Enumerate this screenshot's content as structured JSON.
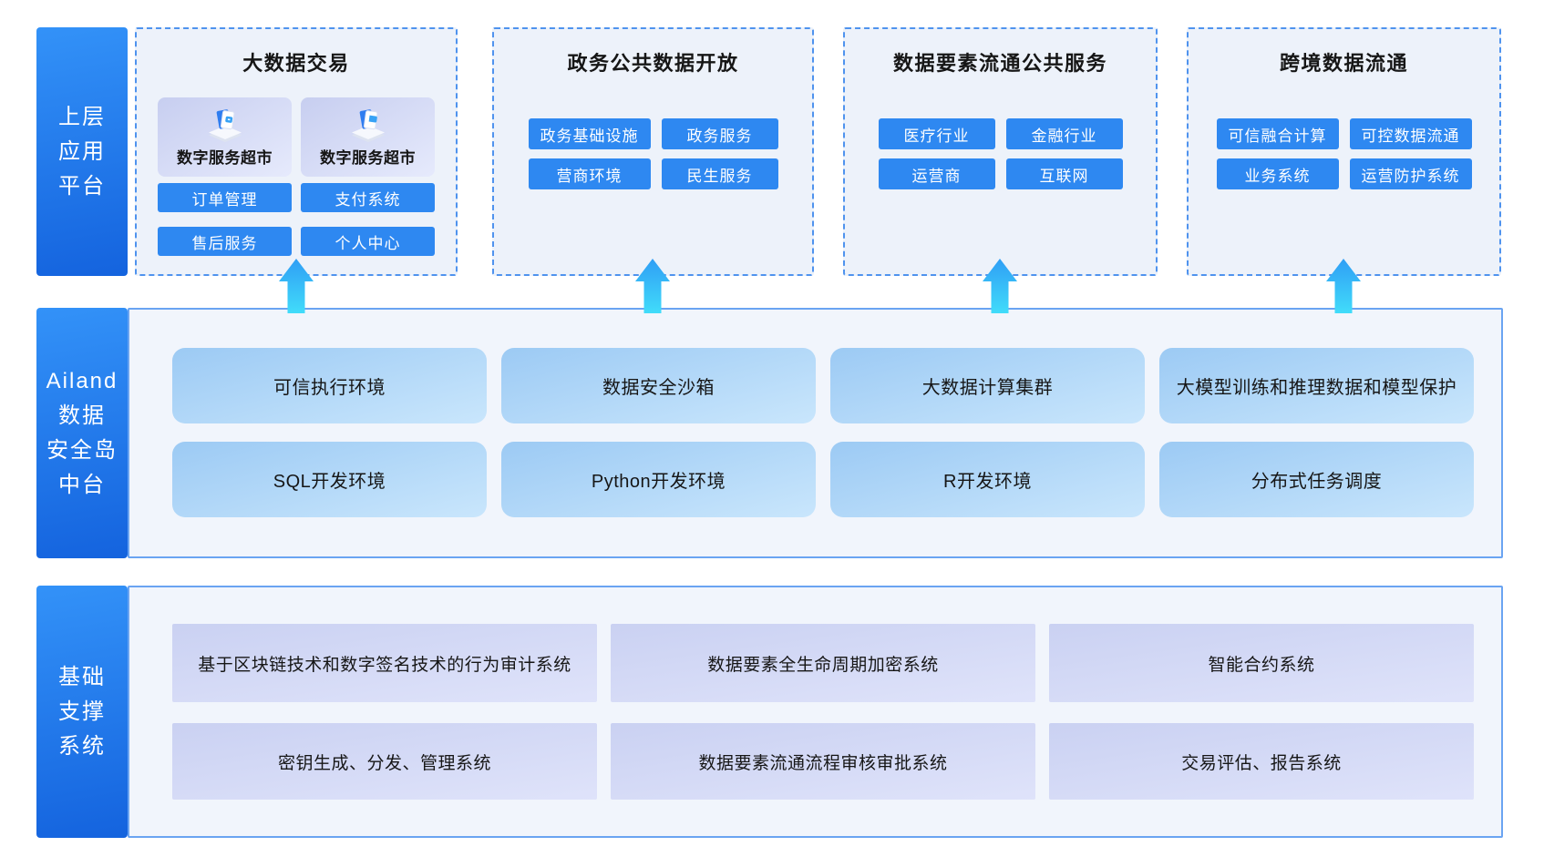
{
  "top": {
    "sidebar": [
      "上层",
      "应用",
      "平台"
    ],
    "groups": [
      {
        "title": "大数据交易",
        "icon_cards": [
          "数字服务超市",
          "数字服务超市"
        ],
        "buttons": [
          "订单管理",
          "支付系统",
          "售后服务",
          "个人中心"
        ]
      },
      {
        "title": "政务公共数据开放",
        "buttons": [
          "政务基础设施",
          "政务服务",
          "营商环境",
          "民生服务"
        ]
      },
      {
        "title": "数据要素流通公共服务",
        "buttons": [
          "医疗行业",
          "金融行业",
          "运营商",
          "互联网"
        ]
      },
      {
        "title": "跨境数据流通",
        "buttons": [
          "可信融合计算",
          "可控数据流通",
          "业务系统",
          "运营防护系统"
        ]
      }
    ]
  },
  "middle": {
    "sidebar": [
      "Ailand",
      "数据",
      "安全岛",
      "中台"
    ],
    "rows": [
      [
        "可信执行环境",
        "数据安全沙箱",
        "大数据计算集群",
        "大模型训练和推理数据和模型保护"
      ],
      [
        "SQL开发环境",
        "Python开发环境",
        "R开发环境",
        "分布式任务调度"
      ]
    ]
  },
  "bottom": {
    "sidebar": [
      "基础",
      "支撑",
      "系统"
    ],
    "rows": [
      [
        "基于区块链技术和数字签名技术的行为审计系统",
        "数据要素全生命周期加密系统",
        "智能合约系统"
      ],
      [
        "密钥生成、分发、管理系统",
        "数据要素流通流程审核审批系统",
        "交易评估、报告系统"
      ]
    ]
  },
  "icons": {
    "arrow": "up-arrow-icon",
    "service_market": "digital-service-market-icon"
  },
  "colors": {
    "sidebar_gradient_start": "#3392f8",
    "sidebar_gradient_end": "#1463de",
    "chip_blue": "#2e88f1",
    "dashed_border": "#4f93ee",
    "panel_border": "#6aa4f2",
    "panel_background": "#f1f5fc",
    "group_background": "#edf2fa",
    "middle_card_gradient": [
      "#9ccaf4",
      "#c9e6fc"
    ],
    "bottom_card_gradient": [
      "#cad1f2",
      "#dfe3fa"
    ],
    "icon_card_gradient": [
      "#c7cef0",
      "#e6eafc"
    ],
    "arrow_gradient_top": "#2f9ef5",
    "arrow_gradient_bottom": "#41dcfa"
  }
}
